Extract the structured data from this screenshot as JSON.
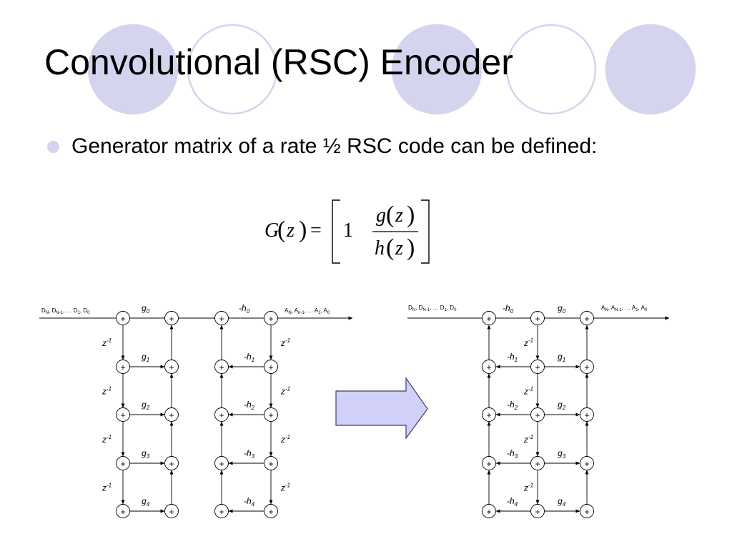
{
  "slide": {
    "title": "Convolutional (RSC) Encoder",
    "bullet": "Generator matrix of a rate ½ RSC code can be defined:"
  },
  "equation": {
    "lhs": "G",
    "variable": "z",
    "equals": "=",
    "first_entry": "1",
    "numerator": "g",
    "denominator": "h"
  },
  "diagram_left": {
    "input_label": {
      "parts": [
        "D",
        "N",
        ", D",
        "N-1",
        ", …  D",
        "1",
        ", D",
        "0"
      ]
    },
    "output_label": {
      "parts": [
        "A",
        "N",
        ", A",
        "n-1",
        ", … A",
        "1",
        ", A",
        "0"
      ]
    },
    "adder_symbol": "+",
    "delay": {
      "base": "z",
      "exp": "-1"
    },
    "g_labels": [
      {
        "base": "g",
        "sub": "0"
      },
      {
        "base": "g",
        "sub": "1"
      },
      {
        "base": "g",
        "sub": "2"
      },
      {
        "base": "g",
        "sub": "3"
      },
      {
        "base": "g",
        "sub": "4"
      }
    ],
    "h_labels": [
      {
        "base": "-h",
        "sub": "0"
      },
      {
        "base": "-h",
        "sub": "1"
      },
      {
        "base": "-h",
        "sub": "2"
      },
      {
        "base": "-h",
        "sub": "3"
      },
      {
        "base": "-h",
        "sub": "4"
      }
    ]
  },
  "diagram_right": {
    "input_label": {
      "parts": [
        "D",
        "N",
        ", D",
        "N-1",
        ", …  D",
        "1",
        ", D",
        "0"
      ]
    },
    "output_label": {
      "parts": [
        "A",
        "N",
        ", A",
        "N-1",
        ", … A",
        "1",
        ", A",
        "0"
      ]
    },
    "adder_symbol": "+",
    "delay": {
      "base": "z",
      "exp": "-1"
    },
    "g_labels": [
      {
        "base": "g",
        "sub": "0"
      },
      {
        "base": "g",
        "sub": "1"
      },
      {
        "base": "g",
        "sub": "2"
      },
      {
        "base": "g",
        "sub": "3"
      },
      {
        "base": "g",
        "sub": "4"
      }
    ],
    "h_labels": [
      {
        "base": "-h",
        "sub": "0"
      },
      {
        "base": "-h",
        "sub": "1"
      },
      {
        "base": "-h",
        "sub": "2"
      },
      {
        "base": "-h",
        "sub": "3"
      },
      {
        "base": "-h",
        "sub": "4"
      }
    ]
  },
  "colors": {
    "decor_fill": "#d4d4ee",
    "decor_stroke": "#d4d4ee",
    "bullet": "#d4d4ee",
    "arrow_fill": "#d0d0f8",
    "arrow_stroke": "#404060",
    "line": "#000000"
  }
}
